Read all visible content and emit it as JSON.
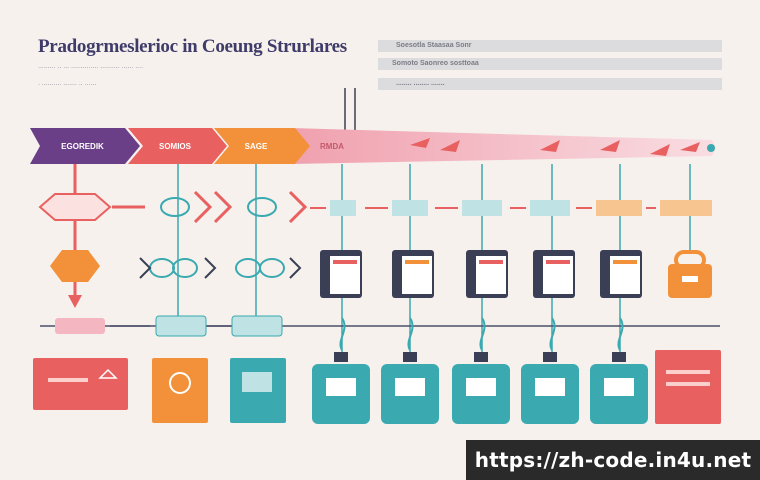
{
  "header": {
    "title": "Pradogrmeslerioc in Coeung Strurlares",
    "subtitle_lines": [
      "......... .. ... .............. .......... ...... ....",
      ". .......... ....... .. ......"
    ],
    "right_header_label": "Soesotla Staasaa Sonr",
    "right_lines": [
      "Somoto   Saonreo sosttoaa",
      "........ ........ ......."
    ]
  },
  "stages": [
    {
      "label": "EGOREDIK",
      "color": "#6b3f87"
    },
    {
      "label": "SOMIOS",
      "color": "#e8605f"
    },
    {
      "label": "SAGE",
      "color": "#f2913a"
    },
    {
      "label": "RMDA",
      "color": "#f1a9b3"
    }
  ],
  "colors": {
    "purple": "#6b3f87",
    "coral": "#e8605f",
    "orange": "#f2913a",
    "pink": "#f4b6c0",
    "teal": "#3aa9b0",
    "dark": "#3b3f55",
    "line": "#4a4f6b"
  },
  "watermark": "https://zh-code.in4u.net"
}
